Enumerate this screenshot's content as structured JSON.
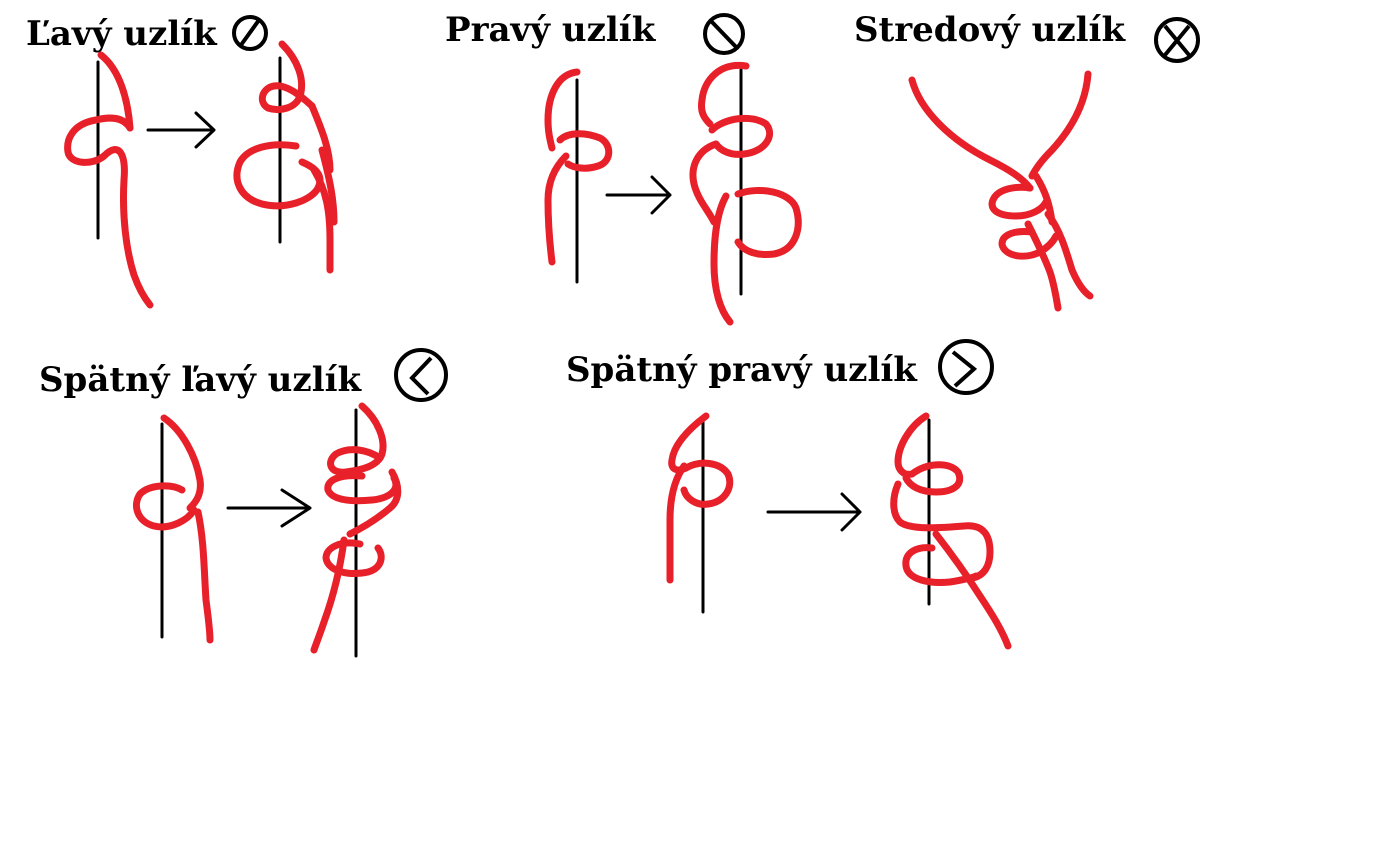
{
  "colors": {
    "thread": "#e8202a",
    "line": "#000000",
    "background": "#ffffff"
  },
  "knots": [
    {
      "title": "Ľavý uzlík",
      "symbol": "circle-slash-icon"
    },
    {
      "title": "Pravý uzlík",
      "symbol": "circle-backslash-icon"
    },
    {
      "title": "Stredový uzlík",
      "symbol": "circle-cross-icon"
    },
    {
      "title": "Spätný ľavý uzlík",
      "symbol": "circle-less-than-icon"
    },
    {
      "title": "Spätný pravý uzlík",
      "symbol": "circle-greater-than-icon"
    }
  ]
}
